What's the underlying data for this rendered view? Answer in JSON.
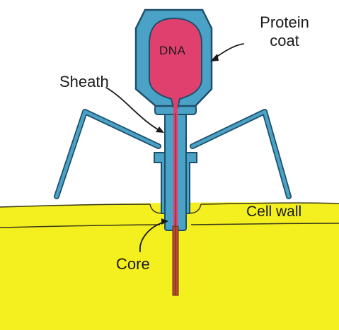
{
  "labels": {
    "dna": "DNA",
    "protein_coat_line1": "Protein",
    "protein_coat_line2": "coat",
    "sheath": "Sheath",
    "cell_wall": "Cell wall",
    "core": "Core"
  },
  "colors": {
    "background": "#ffffff",
    "cell": "#f4ef1e",
    "coat_fill": "#4aa3c7",
    "coat_stroke": "#1f4f6b",
    "dna": "#e0406e",
    "core": "#b84a33",
    "text": "#1a1a1a"
  }
}
